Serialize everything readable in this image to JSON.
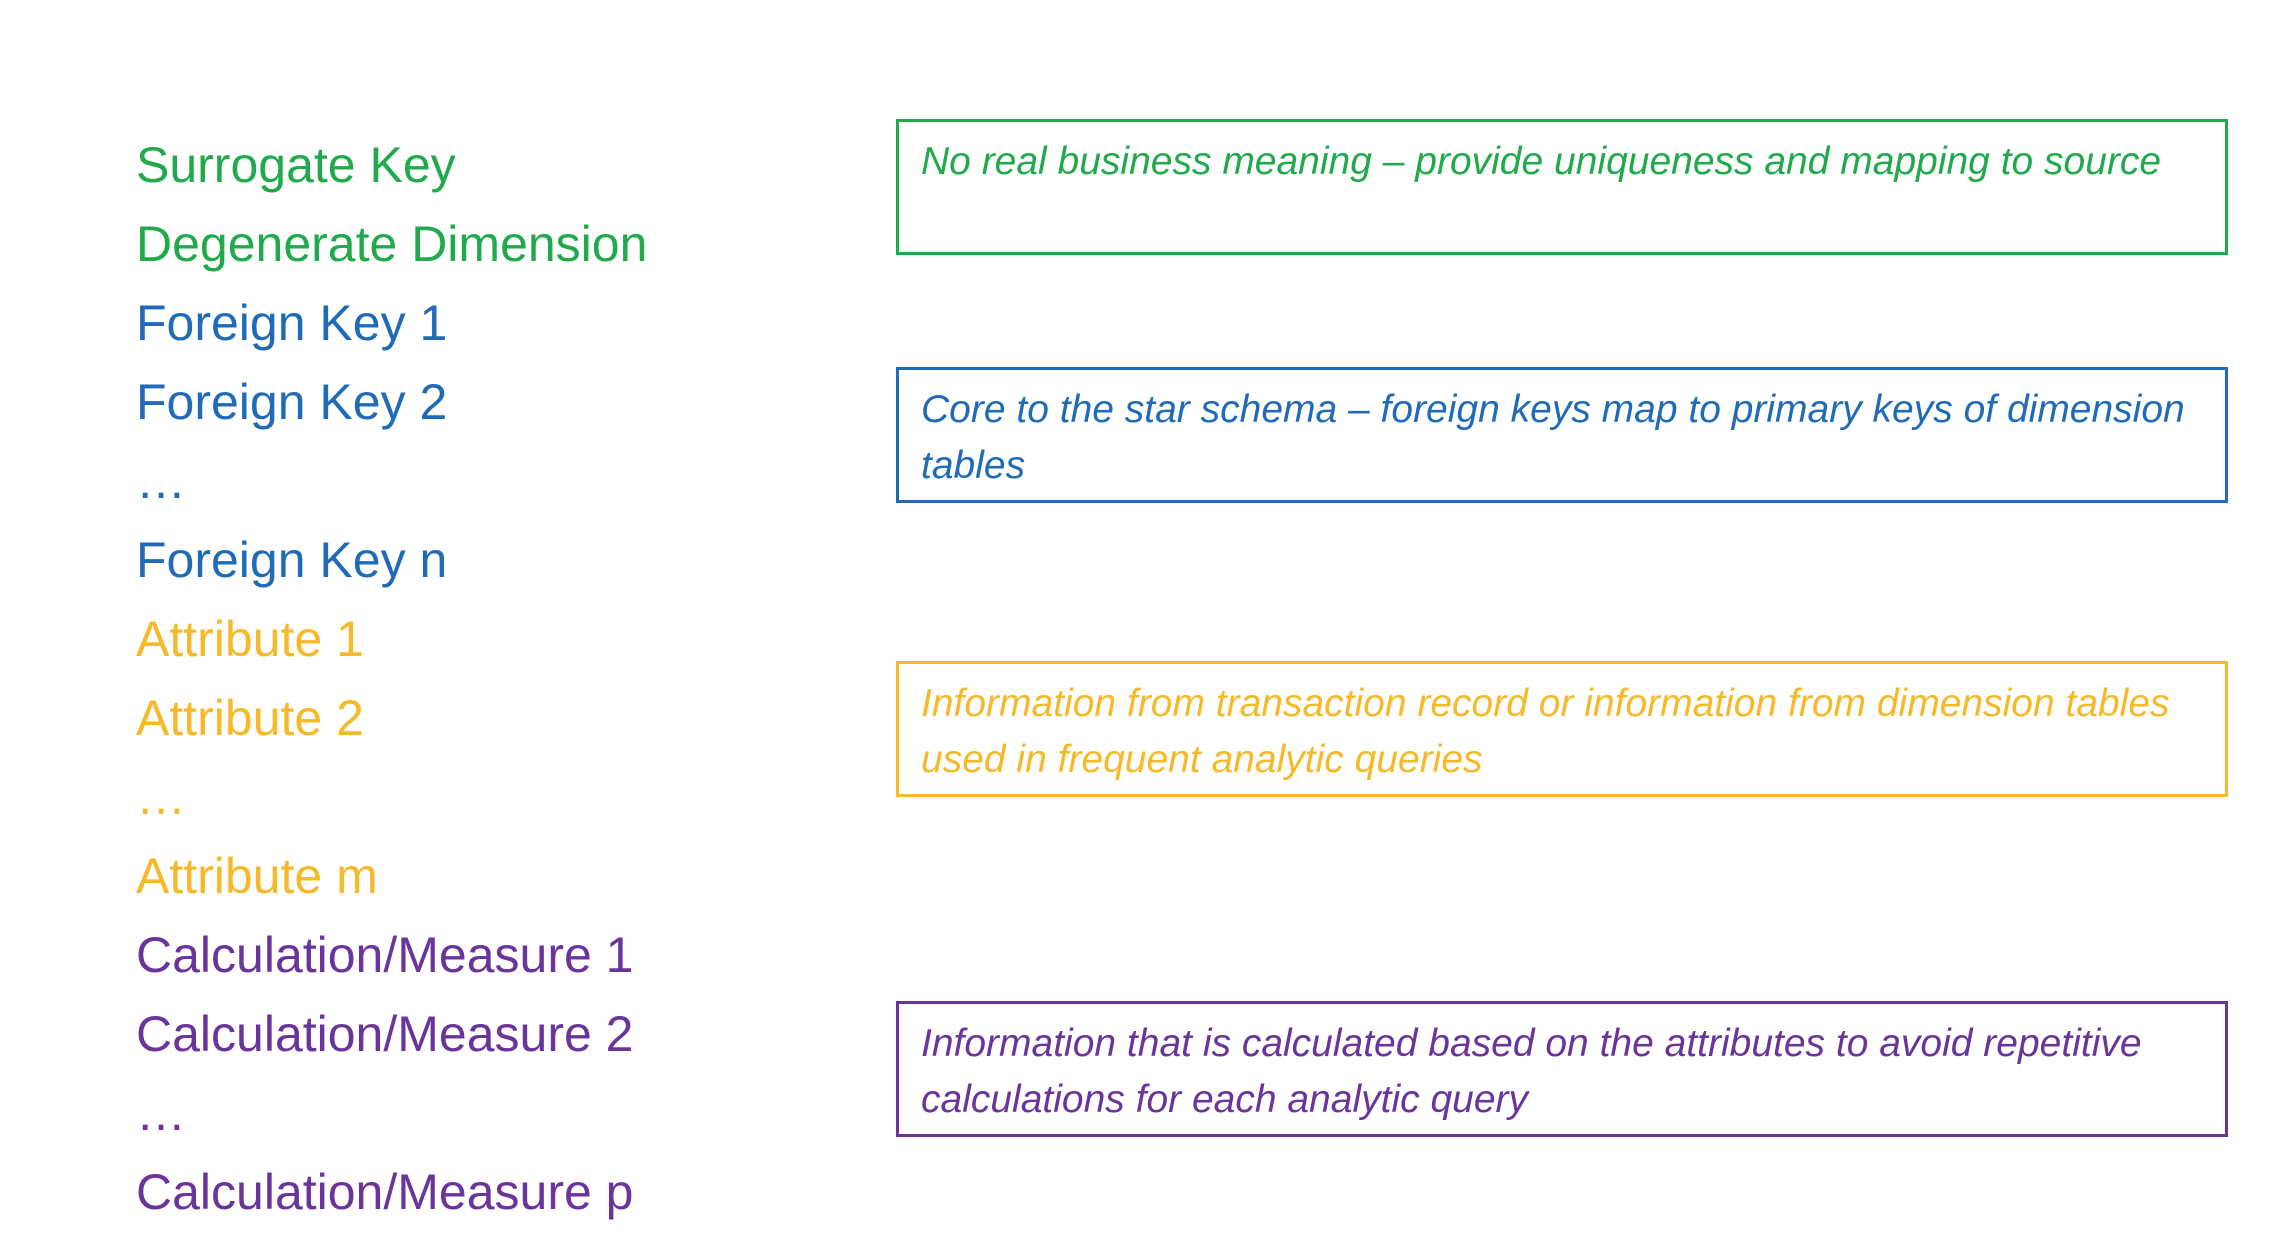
{
  "colors": {
    "green": "#20aa4b",
    "blue": "#1f6bb7",
    "orange": "#f5b92a",
    "purple": "#6a349c"
  },
  "fields": [
    {
      "label": "Surrogate Key",
      "group": "green"
    },
    {
      "label": "Degenerate Dimension",
      "group": "green"
    },
    {
      "label": "Foreign Key 1",
      "group": "blue"
    },
    {
      "label": "Foreign Key 2",
      "group": "blue"
    },
    {
      "label": "…",
      "group": "blue"
    },
    {
      "label": "Foreign Key n",
      "group": "blue"
    },
    {
      "label": "Attribute 1",
      "group": "orange"
    },
    {
      "label": "Attribute 2",
      "group": "orange"
    },
    {
      "label": "…",
      "group": "orange"
    },
    {
      "label": "Attribute m",
      "group": "orange"
    },
    {
      "label": "Calculation/Measure 1",
      "group": "purple"
    },
    {
      "label": "Calculation/Measure 2",
      "group": "purple"
    },
    {
      "label": "…",
      "group": "purple"
    },
    {
      "label": "Calculation/Measure p",
      "group": "purple"
    }
  ],
  "notes": [
    {
      "group": "green",
      "text": "No real business meaning – provide uniqueness and mapping to source"
    },
    {
      "group": "blue",
      "text": "Core to the star schema – foreign keys map to primary keys of dimension tables"
    },
    {
      "group": "orange",
      "text": "Information from transaction record or information from dimension tables used in frequent analytic queries"
    },
    {
      "group": "purple",
      "text": "Information that is calculated based on the attributes to avoid repetitive calculations for each analytic query"
    }
  ]
}
